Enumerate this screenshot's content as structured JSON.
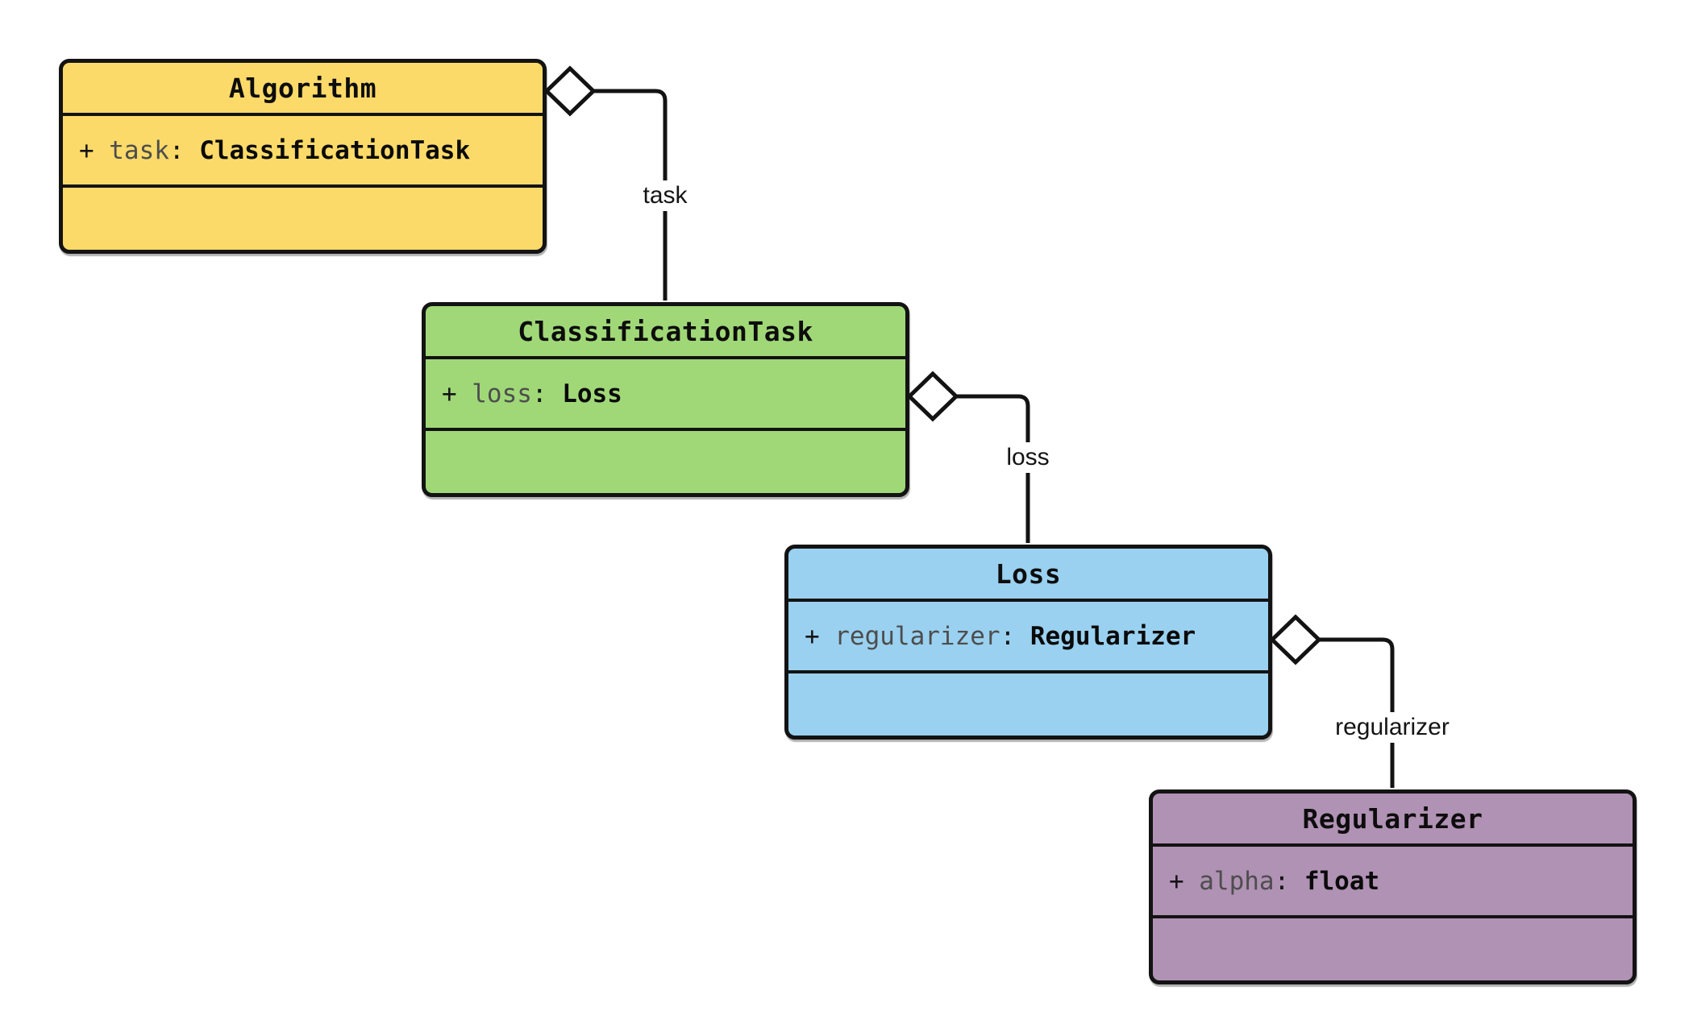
{
  "diagram": {
    "type": "uml-class-diagram",
    "background": "#ffffff",
    "stroke_color": "#131313",
    "attr_name_color": "#4d4d4d",
    "syntax": {
      "colon": ":"
    },
    "classes": [
      {
        "name": "Algorithm",
        "fill": "#FCDA69",
        "attributes": [
          {
            "visibility": "+",
            "name": "task",
            "type": "ClassificationTask"
          }
        ]
      },
      {
        "name": "ClassificationTask",
        "fill": "#A0D878",
        "attributes": [
          {
            "visibility": "+",
            "name": "loss",
            "type": "Loss"
          }
        ]
      },
      {
        "name": "Loss",
        "fill": "#9AD1F0",
        "attributes": [
          {
            "visibility": "+",
            "name": "regularizer",
            "type": "Regularizer"
          }
        ]
      },
      {
        "name": "Regularizer",
        "fill": "#B092B4",
        "attributes": [
          {
            "visibility": "+",
            "name": "alpha",
            "type": "float"
          }
        ]
      }
    ],
    "relations": [
      {
        "kind": "aggregation",
        "source": "Algorithm",
        "target": "ClassificationTask",
        "label": "task"
      },
      {
        "kind": "aggregation",
        "source": "ClassificationTask",
        "target": "Loss",
        "label": "loss"
      },
      {
        "kind": "aggregation",
        "source": "Loss",
        "target": "Regularizer",
        "label": "regularizer"
      }
    ]
  }
}
